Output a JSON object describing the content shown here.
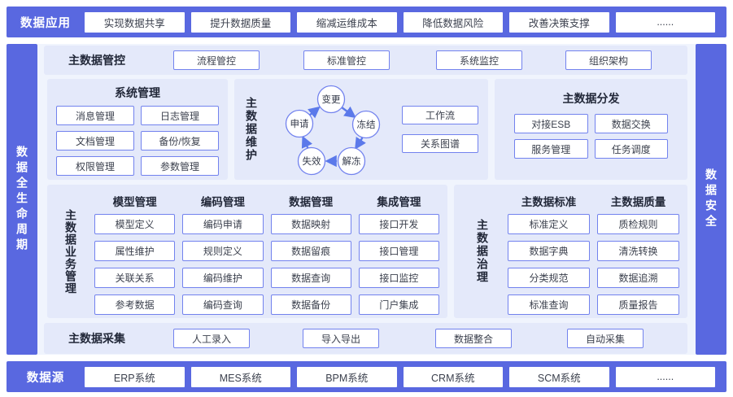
{
  "colors": {
    "bar_blue": "#5968e0",
    "panel_lavender": "#e4e9fa",
    "box_border": "#7282ee",
    "arrow_blue": "#5b79ea",
    "content_bg": "#f0f4fd"
  },
  "top_bar": {
    "label": "数据应用",
    "items": [
      "实现数据共享",
      "提升数据质量",
      "缩减运维成本",
      "降低数据风险",
      "改善决策支撑",
      "......"
    ]
  },
  "left_bar": {
    "label": "数据全生命周期"
  },
  "right_bar": {
    "label": "数据安全"
  },
  "control_row": {
    "title": "主数据管控",
    "items": [
      "流程管控",
      "标准管控",
      "系统监控",
      "组织架构"
    ]
  },
  "system_panel": {
    "title": "系统管理",
    "items": [
      "消息管理",
      "日志管理",
      "文档管理",
      "备份/恢复",
      "权限管理",
      "参数管理"
    ]
  },
  "maintain_panel": {
    "title": "主数据维护",
    "flow_nodes": {
      "change": "变更",
      "freeze": "冻结",
      "unfreeze": "解冻",
      "expire": "失效",
      "apply": "申请"
    },
    "side_items": [
      "工作流",
      "关系图谱"
    ]
  },
  "distribute_panel": {
    "title": "主数据分发",
    "items": [
      "对接ESB",
      "数据交换",
      "服务管理",
      "任务调度"
    ]
  },
  "business_panel": {
    "title": "主数据业务管理",
    "columns": [
      {
        "header": "模型管理",
        "items": [
          "模型定义",
          "属性维护",
          "关联关系",
          "参考数据"
        ]
      },
      {
        "header": "编码管理",
        "items": [
          "编码申请",
          "规则定义",
          "编码维护",
          "编码查询"
        ]
      },
      {
        "header": "数据管理",
        "items": [
          "数据映射",
          "数据留痕",
          "数据查询",
          "数据备份"
        ]
      },
      {
        "header": "集成管理",
        "items": [
          "接口开发",
          "接口管理",
          "接口监控",
          "门户集成"
        ]
      }
    ]
  },
  "governance_panel": {
    "title": "主数据治理",
    "columns": [
      {
        "header": "主数据标准",
        "items": [
          "标准定义",
          "数据字典",
          "分类规范",
          "标准查询"
        ]
      },
      {
        "header": "主数据质量",
        "items": [
          "质检规则",
          "清洗转换",
          "数据追溯",
          "质量报告"
        ]
      }
    ]
  },
  "collect_row": {
    "title": "主数据采集",
    "items": [
      "人工录入",
      "导入导出",
      "数据整合",
      "自动采集"
    ]
  },
  "bottom_bar": {
    "label": "数据源",
    "items": [
      "ERP系统",
      "MES系统",
      "BPM系统",
      "CRM系统",
      "SCM系统",
      "......"
    ]
  }
}
